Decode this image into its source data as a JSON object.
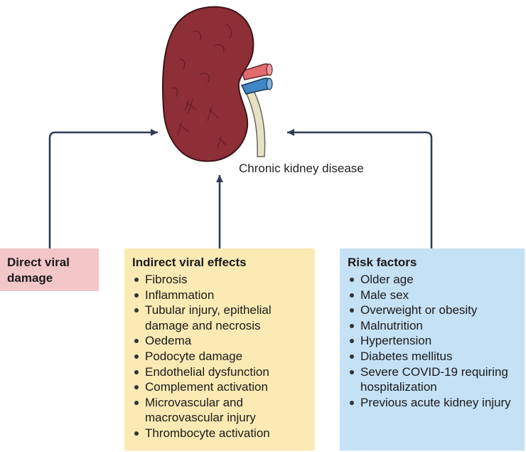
{
  "colors": {
    "arrow": "#2f3d55",
    "kidney_body": "#8e2e36",
    "artery": "#e26b6e",
    "vein": "#3f88c5",
    "ureter": "#e6e2c6",
    "direct_box": "#f3c6c8",
    "indirect_box": "#fbeab4",
    "risk_box": "#c5e1f5"
  },
  "kidney": {
    "icon": "kidney-icon",
    "caption": "Chronic kidney disease"
  },
  "boxes": {
    "direct": {
      "title": "Direct viral damage",
      "items": []
    },
    "indirect": {
      "title": "Indirect viral effects",
      "items": [
        "Fibrosis",
        "Inflammation",
        "Tubular injury, epithelial damage and necrosis",
        "Oedema",
        "Podocyte damage",
        "Endothelial dysfunction",
        "Complement activation",
        "Microvascular and macrovascular injury",
        "Thrombocyte activation"
      ]
    },
    "risk": {
      "title": "Risk factors",
      "items": [
        "Older age",
        "Male sex",
        "Overweight or obesity",
        "Malnutrition",
        "Hypertension",
        "Diabetes mellitus",
        "Severe COVID-19 requiring hospitalization",
        "Previous acute kidney injury"
      ]
    }
  }
}
